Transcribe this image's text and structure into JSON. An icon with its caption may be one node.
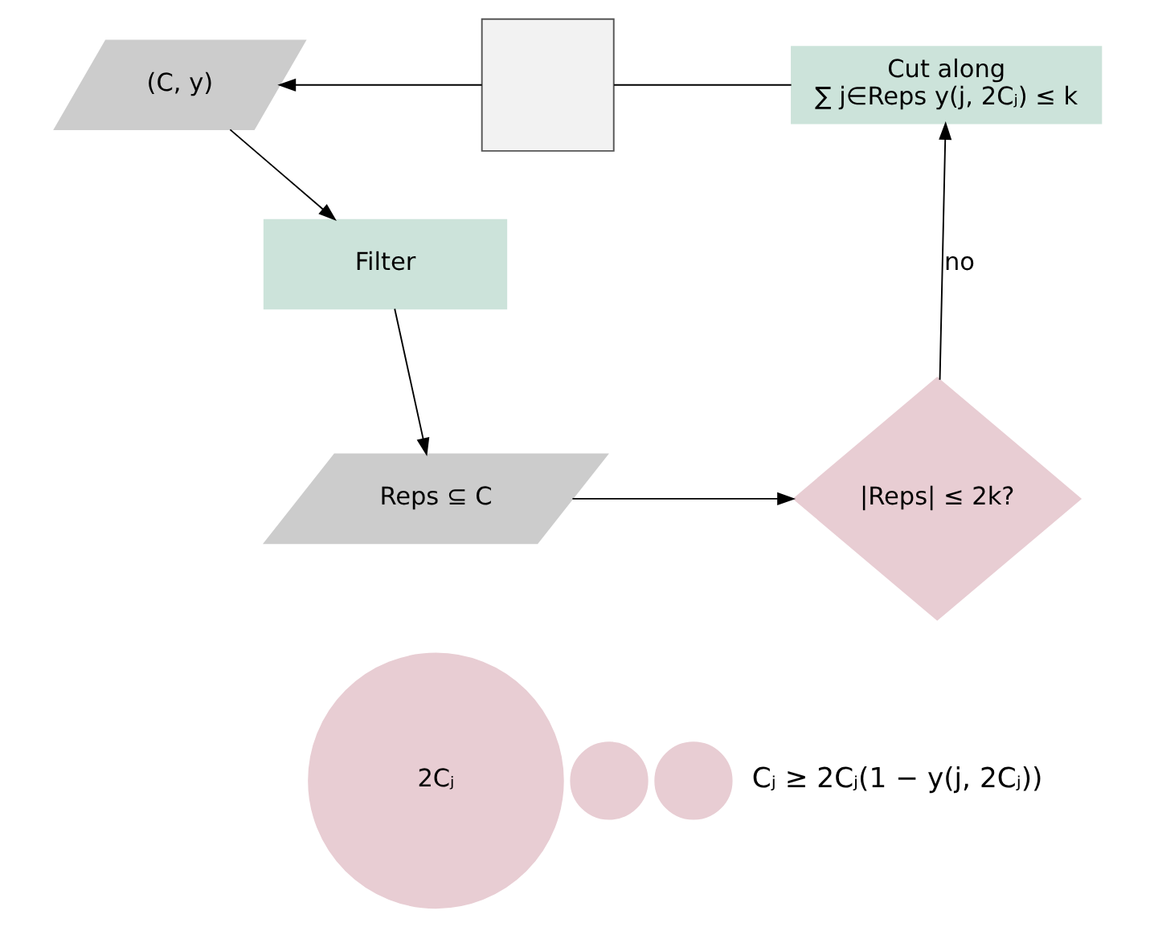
{
  "diagram": {
    "nodes": [
      {
        "text": [
          "(C, y)"
        ]
      },
      {
        "text": [],
        "shape": "box"
      },
      {
        "text": [
          "Cut along",
          "∑ j∈Reps y(j, 2Cⱼ) ≤ k"
        ]
      },
      {
        "text": [
          "Filter"
        ]
      },
      {
        "text": [
          "Reps ⊆ C"
        ]
      },
      {
        "text": [
          "|Reps| ≤ 2k?"
        ]
      },
      {
        "text": [
          "2Cⱼ"
        ]
      },
      {
        "text": [],
        "shape": "circle"
      },
      {
        "text": [],
        "shape": "circle"
      }
    ],
    "edges": [
      {
        "from": 0,
        "to": 3,
        "arrow": "to"
      },
      {
        "from": 3,
        "to": 4,
        "arrow": "to"
      },
      {
        "from": 4,
        "to": 5,
        "arrow": "to"
      },
      {
        "from": 5,
        "to": 2,
        "arrow": "to",
        "label": "no"
      },
      {
        "from": 2,
        "to": 1,
        "arrow": "none"
      },
      {
        "from": 1,
        "to": 0,
        "arrow": "to"
      }
    ],
    "labels": [
      "Cⱼ ≥ 2Cⱼ(1 − y(j, 2Cⱼ))"
    ]
  }
}
